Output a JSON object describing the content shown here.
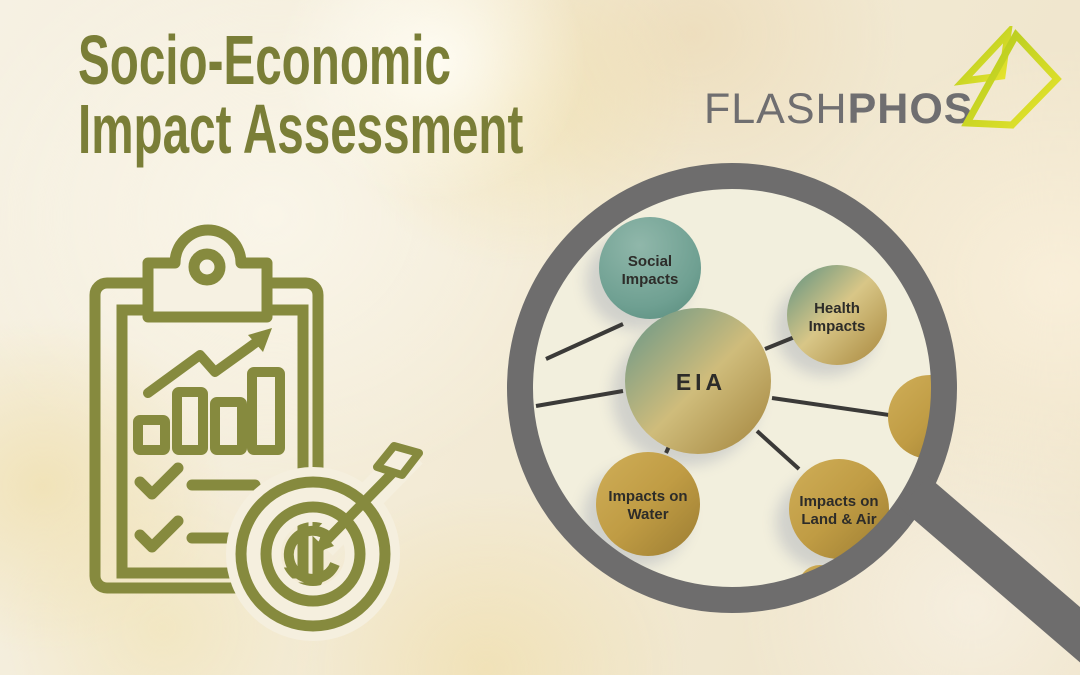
{
  "title": {
    "line1": "Socio-Economic",
    "line2": "Impact Assessment"
  },
  "logo": {
    "brand_light": "FLASH",
    "brand_bold": "PHOS"
  },
  "diagram": {
    "center": {
      "label": "EIA"
    },
    "nodes": [
      {
        "id": "social",
        "line1": "Social",
        "line2": "Impacts"
      },
      {
        "id": "health",
        "line1": "Health",
        "line2": "Impacts"
      },
      {
        "id": "water",
        "line1": "Impacts on",
        "line2": "Water"
      },
      {
        "id": "land_air",
        "line1": "Impacts on",
        "line2": "Land & Air"
      }
    ]
  },
  "icons": [
    "clipboard-report-icon",
    "bar-chart-glyph",
    "trend-arrow-glyph",
    "checklist-glyph",
    "target-arrow-icon",
    "magnifier-icon",
    "flashphos-logo-icon"
  ],
  "colors": {
    "title_olive": "#7a7e37",
    "icon_olive": "#868a3e",
    "logo_gray": "#6f6e70",
    "logo_gradient_start": "#aec81c",
    "logo_gradient_end": "#e9e52e",
    "magnifier_gray": "#6e6d6d",
    "lens_cream": "#f2efdd",
    "node_teal": "#74a396",
    "node_gold": "#b59240",
    "connector_dark": "#3b3a38",
    "label_dark": "#2d2c29"
  }
}
